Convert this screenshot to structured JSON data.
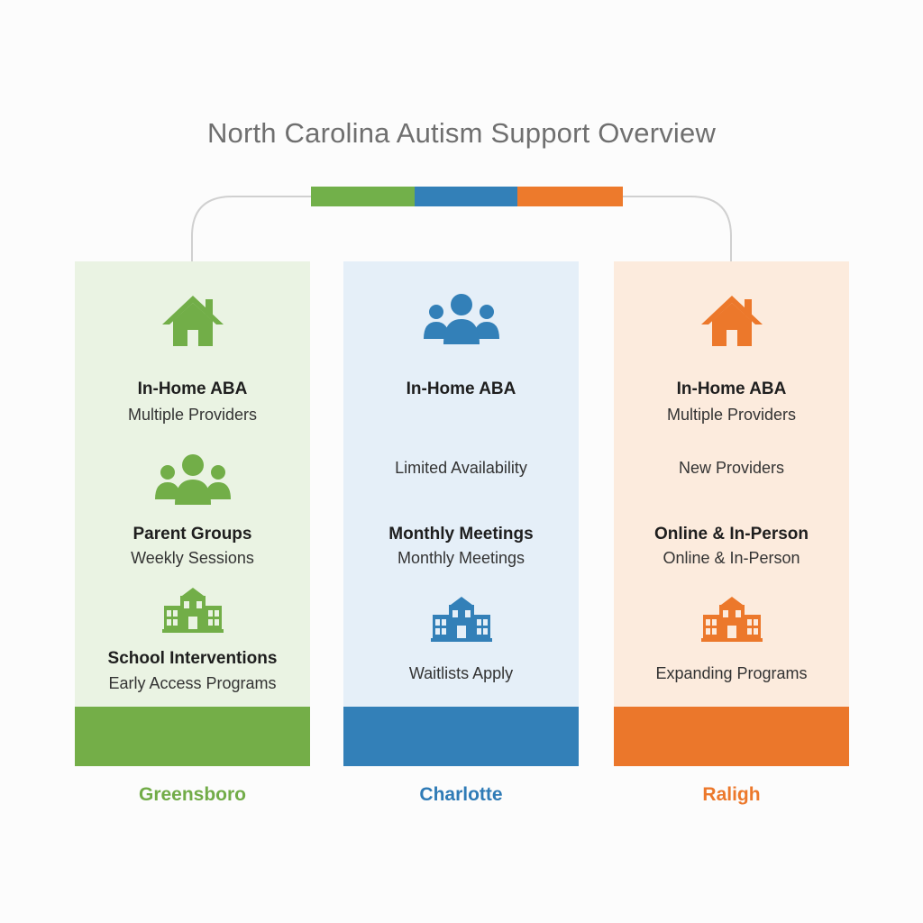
{
  "title": "North Carolina Autism Support Overview",
  "colors": {
    "green": "#74ae48",
    "blue": "#3380b8",
    "orange": "#eb772b"
  },
  "columns": [
    {
      "city": "Greensboro",
      "icons": [
        "house-icon",
        "group-icon",
        "school-icon"
      ],
      "in_home_title": "In-Home ABA",
      "in_home_sub": "Multiple Providers",
      "parent_title": "Parent Groups",
      "parent_sub": "Weekly Sessions",
      "school_title": "School Interventions",
      "school_sub": "Early Access Programs"
    },
    {
      "city": "Charlotte",
      "icons": [
        "group-icon",
        "school-icon"
      ],
      "in_home_title": "In-Home ABA",
      "availability": "Limited Availability",
      "parent_title": "Monthly Meetings",
      "parent_sub": "Monthly Meetings",
      "school_sub": "Waitlists Apply"
    },
    {
      "city": "Raligh",
      "icons": [
        "house-icon",
        "school-icon"
      ],
      "in_home_title": "In-Home ABA",
      "in_home_sub": "Multiple Providers",
      "new_providers": "New Providers",
      "parent_title": "Online & In-Person",
      "parent_sub": "Online & In-Person",
      "school_sub": "Expanding Programs"
    }
  ]
}
